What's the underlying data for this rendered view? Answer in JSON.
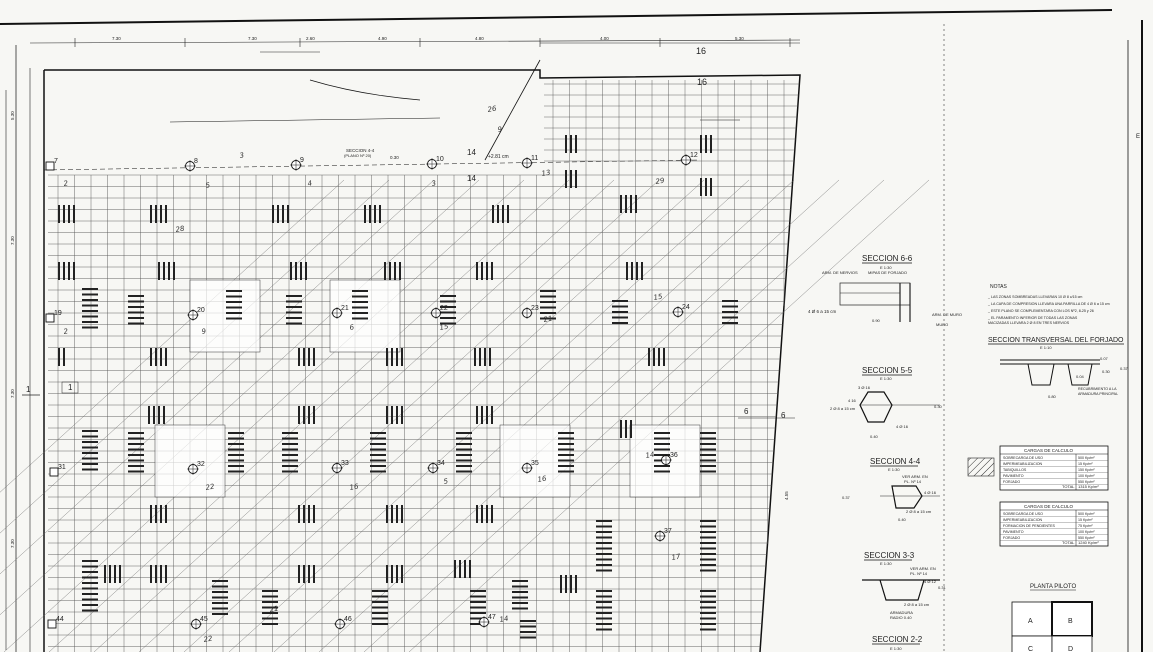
{
  "title_block": {
    "frame_mark": "E"
  },
  "dimensions": {
    "top": [
      "7.30",
      "7.30",
      "2.60",
      "4.90",
      "4.80",
      "4.00",
      "5.30"
    ],
    "left": [
      "5.30",
      "7.30",
      "7.30",
      "7.30"
    ],
    "inner": [
      "0.30",
      "4.55"
    ]
  },
  "columns": [
    {
      "id": "7"
    },
    {
      "id": "8"
    },
    {
      "id": "9"
    },
    {
      "id": "10"
    },
    {
      "id": "11"
    },
    {
      "id": "12"
    },
    {
      "id": "19"
    },
    {
      "id": "20"
    },
    {
      "id": "21"
    },
    {
      "id": "22"
    },
    {
      "id": "23"
    },
    {
      "id": "24"
    },
    {
      "id": "31"
    },
    {
      "id": "32"
    },
    {
      "id": "33"
    },
    {
      "id": "34"
    },
    {
      "id": "35"
    },
    {
      "id": "36"
    },
    {
      "id": "37"
    },
    {
      "id": "44"
    },
    {
      "id": "45"
    },
    {
      "id": "46"
    },
    {
      "id": "47"
    }
  ],
  "section_callouts": {
    "cut_1": "1",
    "cut_6": "6",
    "cut_16": "16",
    "cut_14": "14",
    "section_44_label": "SECCION 4-4",
    "section_44_ref": "(PLANO Nº 20)",
    "elevation": "+2.81 cm"
  },
  "handwritten": [
    "2",
    "5",
    "3",
    "4",
    "3",
    "13",
    "29",
    "28",
    "15",
    "6",
    "15",
    "21",
    "9",
    "2",
    "22",
    "16",
    "5",
    "16",
    "14",
    "17",
    "21",
    "22",
    "14",
    "9",
    "26"
  ],
  "sections": {
    "s66": {
      "title": "SECCION 6-6",
      "scale": "E 1:30",
      "labels": [
        "ARM. DE NERVIOS",
        "MIPAS DE FORJADO",
        "4 Ø 6 a 15 cm",
        "0.90",
        "ARM. DE MURO",
        "MURO"
      ]
    },
    "s55": {
      "title": "SECCION 5-5",
      "scale": "E 1:30",
      "labels": [
        "3 Ø 16",
        "4 16",
        "2 Ø 8 a 15 cm",
        "4 Ø 16",
        "0.40",
        "0.30"
      ]
    },
    "s44": {
      "title": "SECCION 4-4",
      "scale": "E 1:30",
      "labels": [
        "VER ARM. EN",
        "PL. Nº 14",
        "4 Ø 16",
        "0.37",
        "2 Ø 8 a 15 cm",
        "0.40"
      ]
    },
    "s33": {
      "title": "SECCION 3-3",
      "scale": "E 1:30",
      "labels": [
        "VER ARM. EN",
        "PL. Nº 14",
        "4 Ø 12",
        "0.31",
        "2 Ø 8 a 15 cm",
        "ARMADURA",
        "RADIO 0.40"
      ]
    },
    "s22": {
      "title": "SECCION 2-2",
      "scale": "E 1:30"
    }
  },
  "notes": {
    "title": "NOTAS",
    "items": [
      "_ LAS ZONAS SOMBREADAS LLEVARAN 10 Ø 8 c/15 cm",
      "_ LA CAPA DE COMPRESION LLEVARA UNA PARRILLA DE 4 Ø 6 a 15 cm",
      "_ ESTE PLANO SE COMPLEMENTARA CON LOS Nº2, 8-25 y 26",
      "_ EL PARAMENTO INFERIOR DE TODAS LAS ZONAS",
      "  MACIZADAS LLEVARA 2 Ø 8 EN TRES NERVIOS"
    ]
  },
  "transversal": {
    "title": "SECCION TRANSVERSAL DEL FORJADO",
    "scale": "E 1:10",
    "labels": [
      "0.07",
      "0.04",
      "0.30",
      "0.37",
      "0.80",
      "RECUBRIMIENTO A LA",
      "ARMADURA PRINCIPAL"
    ]
  },
  "loads1": {
    "title": "CARGAS DE CALCULO",
    "rows": [
      [
        "SOBRECARGA DE USO",
        "500 Kp/m²"
      ],
      [
        "IMPERMEABILIZACION",
        "15 Kp/m²"
      ],
      [
        "TABIQUILLOS",
        "150 Kp/m²"
      ],
      [
        "PAVIMENTO",
        "100 Kp/m²"
      ],
      [
        "FORJADO",
        "550 Kp/m²"
      ]
    ],
    "total_label": "TOTAL",
    "total_value": "1315 Kp/m²"
  },
  "loads2": {
    "title": "CARGAS DE CALCULO",
    "rows": [
      [
        "SOBRECARGA DE USO",
        "500 Kp/m²"
      ],
      [
        "IMPERMEABILIZACION",
        "15 Kp/m²"
      ],
      [
        "FORMACION DE PENDIENTES",
        "75 Kp/m²"
      ],
      [
        "PAVIMENTO",
        "100 Kp/m²"
      ],
      [
        "FORJADO",
        "550 Kp/m²"
      ]
    ],
    "total_label": "TOTAL",
    "total_value": "1240 Kp/m²"
  },
  "key_plan": {
    "title": "PLANTA PILOTO",
    "cells": [
      "A",
      "B",
      "C",
      "D"
    ]
  }
}
